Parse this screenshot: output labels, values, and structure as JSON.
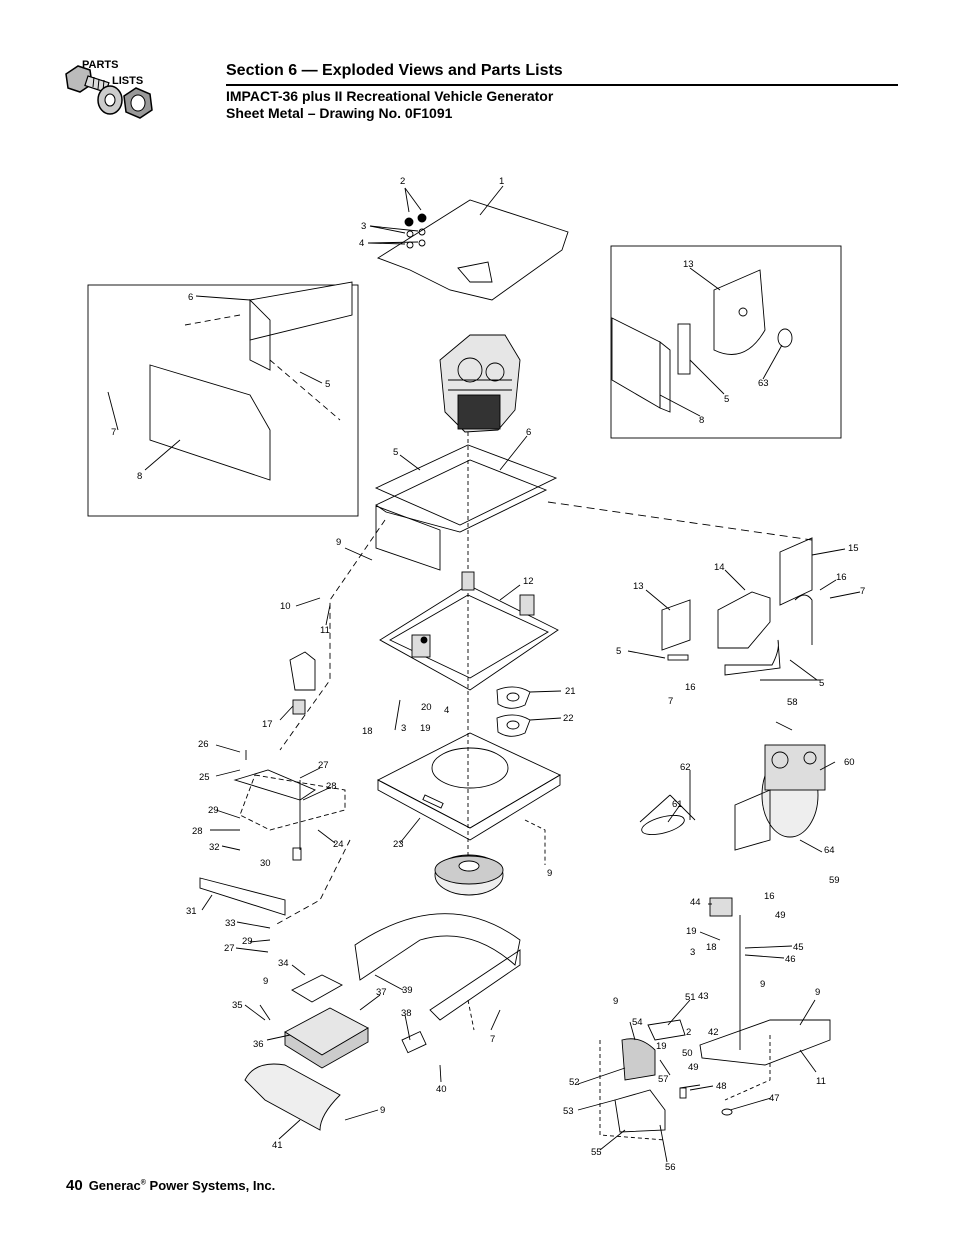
{
  "logo": {
    "line1": "PARTS",
    "line2": "LISTS"
  },
  "header": {
    "section_title": "Section 6 — Exploded Views and Parts Lists",
    "model": "IMPACT-36 plus II Recreational Vehicle Generator",
    "drawing": "Sheet Metal – Drawing No. 0F1091"
  },
  "callouts": [
    {
      "id": "c2",
      "t": "2"
    },
    {
      "id": "c1",
      "t": "1"
    },
    {
      "id": "c3a",
      "t": "3"
    },
    {
      "id": "c4a",
      "t": "4"
    },
    {
      "id": "c6a",
      "t": "6"
    },
    {
      "id": "c5a",
      "t": "5"
    },
    {
      "id": "c7a",
      "t": "7"
    },
    {
      "id": "c8a",
      "t": "8"
    },
    {
      "id": "c13a",
      "t": "13"
    },
    {
      "id": "c5b",
      "t": "5"
    },
    {
      "id": "c63",
      "t": "63"
    },
    {
      "id": "c8b",
      "t": "8"
    },
    {
      "id": "c6b",
      "t": "6"
    },
    {
      "id": "c5c",
      "t": "5"
    },
    {
      "id": "c9a",
      "t": "9"
    },
    {
      "id": "c12",
      "t": "12"
    },
    {
      "id": "c10",
      "t": "10"
    },
    {
      "id": "c11a",
      "t": "11"
    },
    {
      "id": "c15",
      "t": "15"
    },
    {
      "id": "c14",
      "t": "14"
    },
    {
      "id": "c16a",
      "t": "16"
    },
    {
      "id": "c7b",
      "t": "7"
    },
    {
      "id": "c13b",
      "t": "13"
    },
    {
      "id": "c5d",
      "t": "5"
    },
    {
      "id": "c5e",
      "t": "5"
    },
    {
      "id": "c7c",
      "t": "7"
    },
    {
      "id": "c16b",
      "t": "16"
    },
    {
      "id": "c21",
      "t": "21"
    },
    {
      "id": "c20",
      "t": "20"
    },
    {
      "id": "c4b",
      "t": "4"
    },
    {
      "id": "c22",
      "t": "22"
    },
    {
      "id": "c17",
      "t": "17"
    },
    {
      "id": "c18a",
      "t": "18"
    },
    {
      "id": "c3b",
      "t": "3"
    },
    {
      "id": "c19a",
      "t": "19"
    },
    {
      "id": "c58",
      "t": "58"
    },
    {
      "id": "c26",
      "t": "26"
    },
    {
      "id": "c25",
      "t": "25"
    },
    {
      "id": "c27a",
      "t": "27"
    },
    {
      "id": "c28a",
      "t": "28"
    },
    {
      "id": "c62",
      "t": "62"
    },
    {
      "id": "c60",
      "t": "60"
    },
    {
      "id": "c29a",
      "t": "29"
    },
    {
      "id": "c61",
      "t": "61"
    },
    {
      "id": "c28b",
      "t": "28"
    },
    {
      "id": "c24",
      "t": "24"
    },
    {
      "id": "c23",
      "t": "23"
    },
    {
      "id": "c32",
      "t": "32"
    },
    {
      "id": "c64",
      "t": "64"
    },
    {
      "id": "c30",
      "t": "30"
    },
    {
      "id": "c9b",
      "t": "9"
    },
    {
      "id": "c59",
      "t": "59"
    },
    {
      "id": "c16c",
      "t": "16"
    },
    {
      "id": "c49a",
      "t": "49"
    },
    {
      "id": "c31",
      "t": "31"
    },
    {
      "id": "c44",
      "t": "44"
    },
    {
      "id": "c33",
      "t": "33"
    },
    {
      "id": "c29b",
      "t": "29"
    },
    {
      "id": "c27b",
      "t": "27"
    },
    {
      "id": "c19b",
      "t": "19"
    },
    {
      "id": "c18b",
      "t": "18"
    },
    {
      "id": "c45",
      "t": "45"
    },
    {
      "id": "c3c",
      "t": "3"
    },
    {
      "id": "c46",
      "t": "46"
    },
    {
      "id": "c9c",
      "t": "9"
    },
    {
      "id": "c34",
      "t": "34"
    },
    {
      "id": "c37",
      "t": "37"
    },
    {
      "id": "c39",
      "t": "39"
    },
    {
      "id": "c43",
      "t": "43"
    },
    {
      "id": "c9d",
      "t": "9"
    },
    {
      "id": "c35",
      "t": "35"
    },
    {
      "id": "c51",
      "t": "51"
    },
    {
      "id": "c9e",
      "t": "9"
    },
    {
      "id": "c38",
      "t": "38"
    },
    {
      "id": "c7d",
      "t": "7"
    },
    {
      "id": "c54",
      "t": "54"
    },
    {
      "id": "c2b",
      "t": "2"
    },
    {
      "id": "c42",
      "t": "42"
    },
    {
      "id": "c36",
      "t": "36"
    },
    {
      "id": "c19c",
      "t": "19"
    },
    {
      "id": "c50",
      "t": "50"
    },
    {
      "id": "c9f",
      "t": "9"
    },
    {
      "id": "c52",
      "t": "52"
    },
    {
      "id": "c57",
      "t": "57"
    },
    {
      "id": "c49b",
      "t": "49"
    },
    {
      "id": "c48",
      "t": "48"
    },
    {
      "id": "c11b",
      "t": "11"
    },
    {
      "id": "c40",
      "t": "40"
    },
    {
      "id": "c9g",
      "t": "9"
    },
    {
      "id": "c53",
      "t": "53"
    },
    {
      "id": "c47",
      "t": "47"
    },
    {
      "id": "c41",
      "t": "41"
    },
    {
      "id": "c55",
      "t": "55"
    },
    {
      "id": "c56",
      "t": "56"
    }
  ],
  "footer": {
    "page_number": "40",
    "company": "Generac",
    "reg": "®",
    "rest": " Power Systems, Inc."
  }
}
